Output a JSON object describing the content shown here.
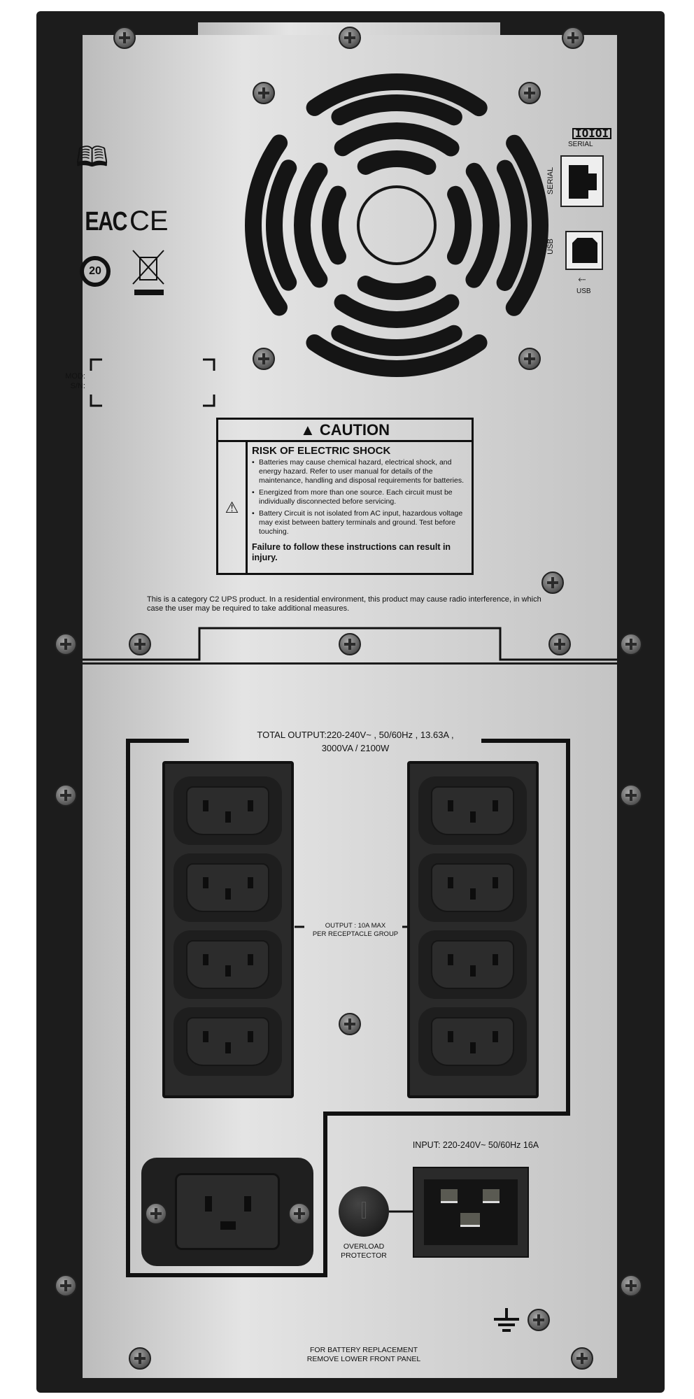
{
  "caution": {
    "title": "CAUTION",
    "heading": "RISK OF ELECTRIC SHOCK",
    "bullets": [
      "Batteries may cause chemical hazard, electrical shock, and energy hazard. Refer to user manual for details of the maintenance, handling and disposal requirements for batteries.",
      "Energized from more than one source. Each circuit must be individually disconnected before servicing.",
      "Battery Circuit is not isolated from AC input, hazardous voltage may exist between battery terminals and ground. Test before touching."
    ],
    "footer": "Failure to follow these instructions can result in injury."
  },
  "notice": "This is a category C2 UPS product. In a residential environment, this product may cause radio interference, in which case the user may be required to take additional measures.",
  "labels": {
    "mod": "MOD:",
    "sn": "S/N:",
    "eac": "EAC",
    "ce": "CE",
    "epup": "20",
    "serial_icon_label": "SERIAL",
    "serial_side": "SERIAL",
    "usb_side": "USB",
    "usb_icon_label": "USB"
  },
  "total_output": {
    "line1": "TOTAL OUTPUT:220-240V~ , 50/60Hz , 13.63A ,",
    "line2": "3000VA  /  2100W"
  },
  "output_group": {
    "line1": "OUTPUT : 10A MAX",
    "line2": "PER RECEPTACLE GROUP"
  },
  "input": "INPUT: 220-240V~ 50/60Hz  16A",
  "overload": {
    "line1": "OVERLOAD",
    "line2": "PROTECTOR"
  },
  "battery": {
    "line1": "FOR BATTERY REPLACEMENT",
    "line2": "REMOVE LOWER FRONT PANEL"
  },
  "icons": [
    "manual-icon",
    "eac-mark-icon",
    "ce-mark-icon",
    "epup-20-icon",
    "weee-bin-icon",
    "serial-icon",
    "usb-icon",
    "ground-icon",
    "warning-triangle-icon",
    "fan-grille-icon"
  ]
}
